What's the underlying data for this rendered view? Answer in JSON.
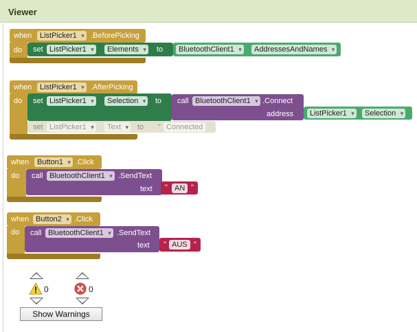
{
  "panel": {
    "title": "Viewer"
  },
  "kw": {
    "when": "when",
    "do": "do",
    "set": "set",
    "to": "to",
    "call": "call",
    "address": "address",
    "text": "text",
    "quote": "\""
  },
  "blocks": {
    "before_picking": {
      "component": "ListPicker1",
      "event": ".BeforePicking",
      "set_component": "ListPicker1",
      "set_property": "Elements",
      "value_component": "BluetoothClient1",
      "value_property": "AddressesAndNames"
    },
    "after_picking": {
      "component": "ListPicker1",
      "event": ".AfterPicking",
      "set_component": "ListPicker1",
      "set_property": "Selection",
      "call_component": "BluetoothClient1",
      "call_method": ".Connect",
      "arg_component": "ListPicker1",
      "arg_property": "Selection",
      "set2_component": "ListPicker1",
      "set2_property": "Text",
      "set2_value": "Connected"
    },
    "button1_click": {
      "component": "Button1",
      "event": ".Click",
      "call_component": "BluetoothClient1",
      "call_method": ".SendText",
      "text_value": "AN"
    },
    "button2_click": {
      "component": "Button2",
      "event": ".Click",
      "call_component": "BluetoothClient1",
      "call_method": ".SendText",
      "text_value": "AUS"
    }
  },
  "warnings": {
    "warning_count": "0",
    "error_count": "0",
    "show_label": "Show Warnings"
  },
  "colors": {
    "event": "#c6a03a",
    "setter": "#2f7d4a",
    "getter": "#4aa96d",
    "procedure_call": "#7e4f8e",
    "text": "#b5234b",
    "header_bg": "#dde9c8"
  }
}
